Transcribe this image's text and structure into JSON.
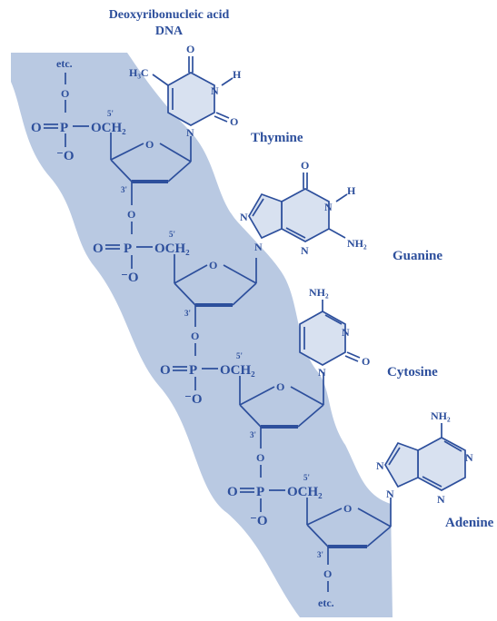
{
  "title": {
    "line1": "Deoxyribonucleic acid",
    "line2": "DNA"
  },
  "colors": {
    "ink": "#2d4f9c",
    "backbone": "#b9c9e2",
    "base_fill": "#d8e1f0"
  },
  "chain_ends": {
    "top": "etc.",
    "bottom": "etc."
  },
  "phosphate": {
    "o_double": "O",
    "p": "P",
    "o_minus": "⁻O",
    "o_link": "O"
  },
  "sugar": {
    "ring_o": "O",
    "och2": "OCH₂",
    "c5": "5'",
    "c3": "3'"
  },
  "bases": [
    {
      "name": "Thymine",
      "atoms": {
        "methyl": "H₃C",
        "o_top": "O",
        "n3": "N",
        "h3": "H",
        "o2": "O",
        "n1": "N"
      }
    },
    {
      "name": "Guanine",
      "atoms": {
        "o6": "O",
        "n1": "N",
        "h1": "H",
        "n3": "N",
        "nh2": "NH₂",
        "n7": "N",
        "n9": "N"
      }
    },
    {
      "name": "Cytosine",
      "atoms": {
        "nh2": "NH₂",
        "n3": "N",
        "o2": "O",
        "n1": "N"
      }
    },
    {
      "name": "Adenine",
      "atoms": {
        "nh2": "NH₂",
        "n1": "N",
        "n3": "N",
        "n7": "N",
        "n9": "N"
      }
    }
  ]
}
